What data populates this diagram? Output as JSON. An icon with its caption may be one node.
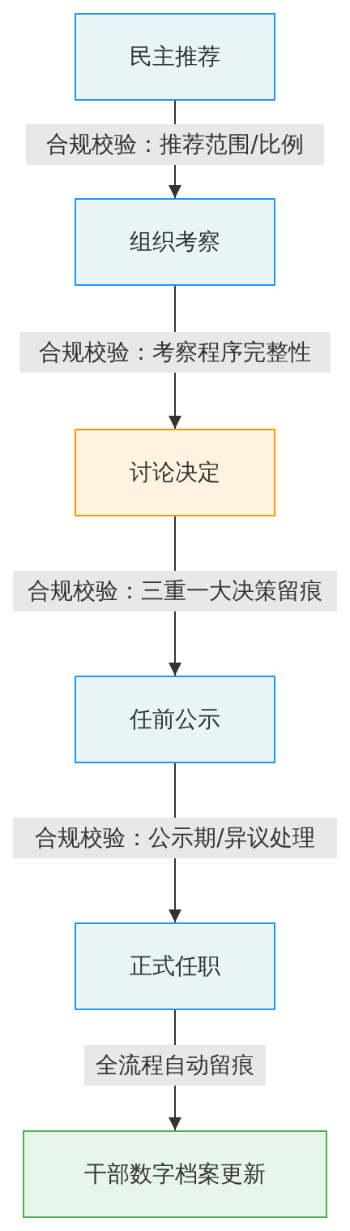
{
  "diagram": {
    "nodes": [
      {
        "text": [
          "民主推荐"
        ]
      },
      {
        "text": [
          "组织考察"
        ]
      },
      {
        "text": [
          "讨论决定"
        ]
      },
      {
        "text": [
          "任前公示"
        ]
      },
      {
        "text": [
          "正式任职"
        ]
      },
      {
        "text": [
          "干部数字档案更新"
        ]
      }
    ],
    "edges": [
      {
        "from": 0,
        "to": 1,
        "arrow": "to",
        "label": "合规校验：推荐范围/比例"
      },
      {
        "from": 1,
        "to": 2,
        "arrow": "to",
        "label": "合规校验：考察程序完整性"
      },
      {
        "from": 2,
        "to": 3,
        "arrow": "to",
        "label": "合规校验：三重一大决策留痕"
      },
      {
        "from": 3,
        "to": 4,
        "arrow": "to",
        "label": "合规校验：公示期/异议处理"
      },
      {
        "from": 4,
        "to": 5,
        "arrow": "to",
        "label": "全流程自动留痕"
      }
    ]
  }
}
